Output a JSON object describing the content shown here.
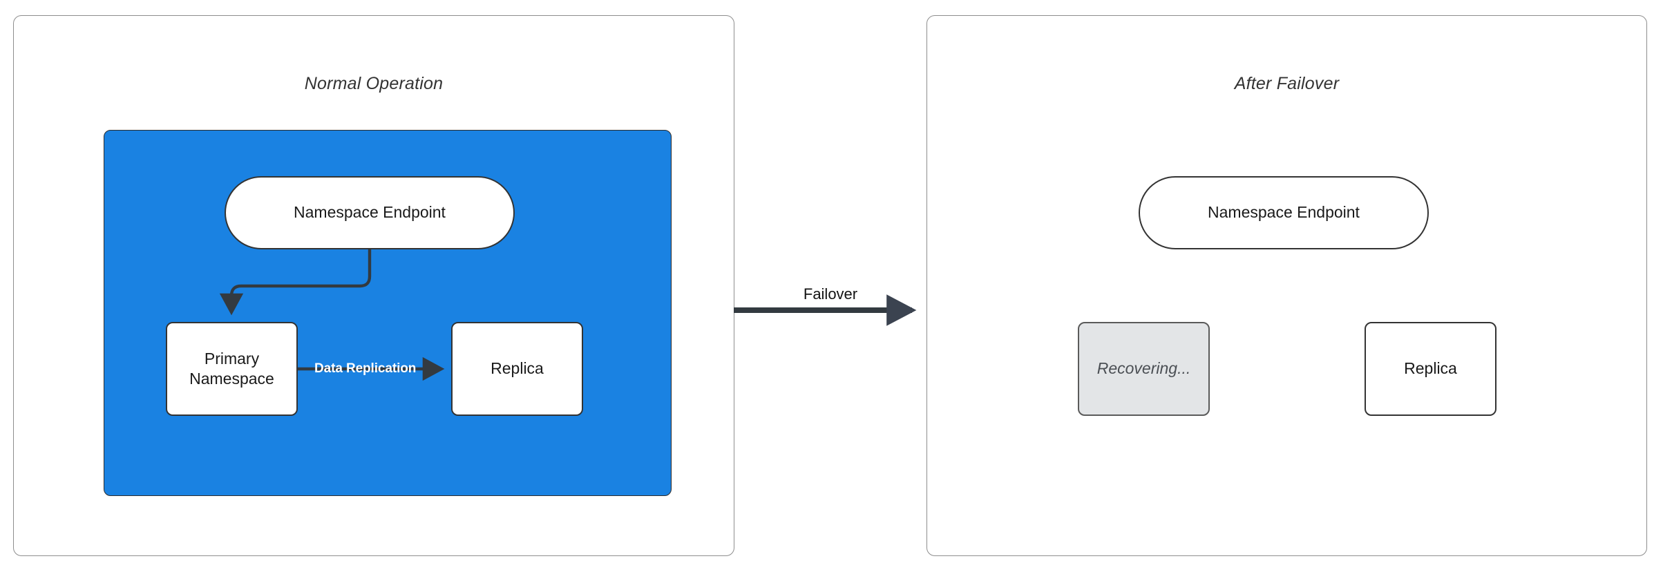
{
  "diagram": {
    "title_left": "Normal Operation",
    "title_right": "After Failover",
    "transition_label": "Failover",
    "colors": {
      "zone_blue": "#1a82e2",
      "node_white": "#ffffff",
      "node_disabled_grey": "#e3e5e7",
      "stroke_dark": "#333a40",
      "panel_border": "#8d8d8d"
    }
  },
  "panel_normal": {
    "title": "Normal Operation",
    "nodes": {
      "endpoint": "Namespace Endpoint",
      "primary": "Primary\nNamespace",
      "primary_line1": "Primary",
      "primary_line2": "Namespace",
      "replica": "Replica"
    },
    "edges": {
      "endpoint_to_primary": "",
      "primary_to_replica": "Data Replication"
    }
  },
  "panel_failover": {
    "title": "After Failover",
    "nodes": {
      "endpoint": "Namespace Endpoint",
      "recovering": "Recovering...",
      "replica": "Replica"
    },
    "edges": {
      "endpoint_to_replica": ""
    }
  }
}
